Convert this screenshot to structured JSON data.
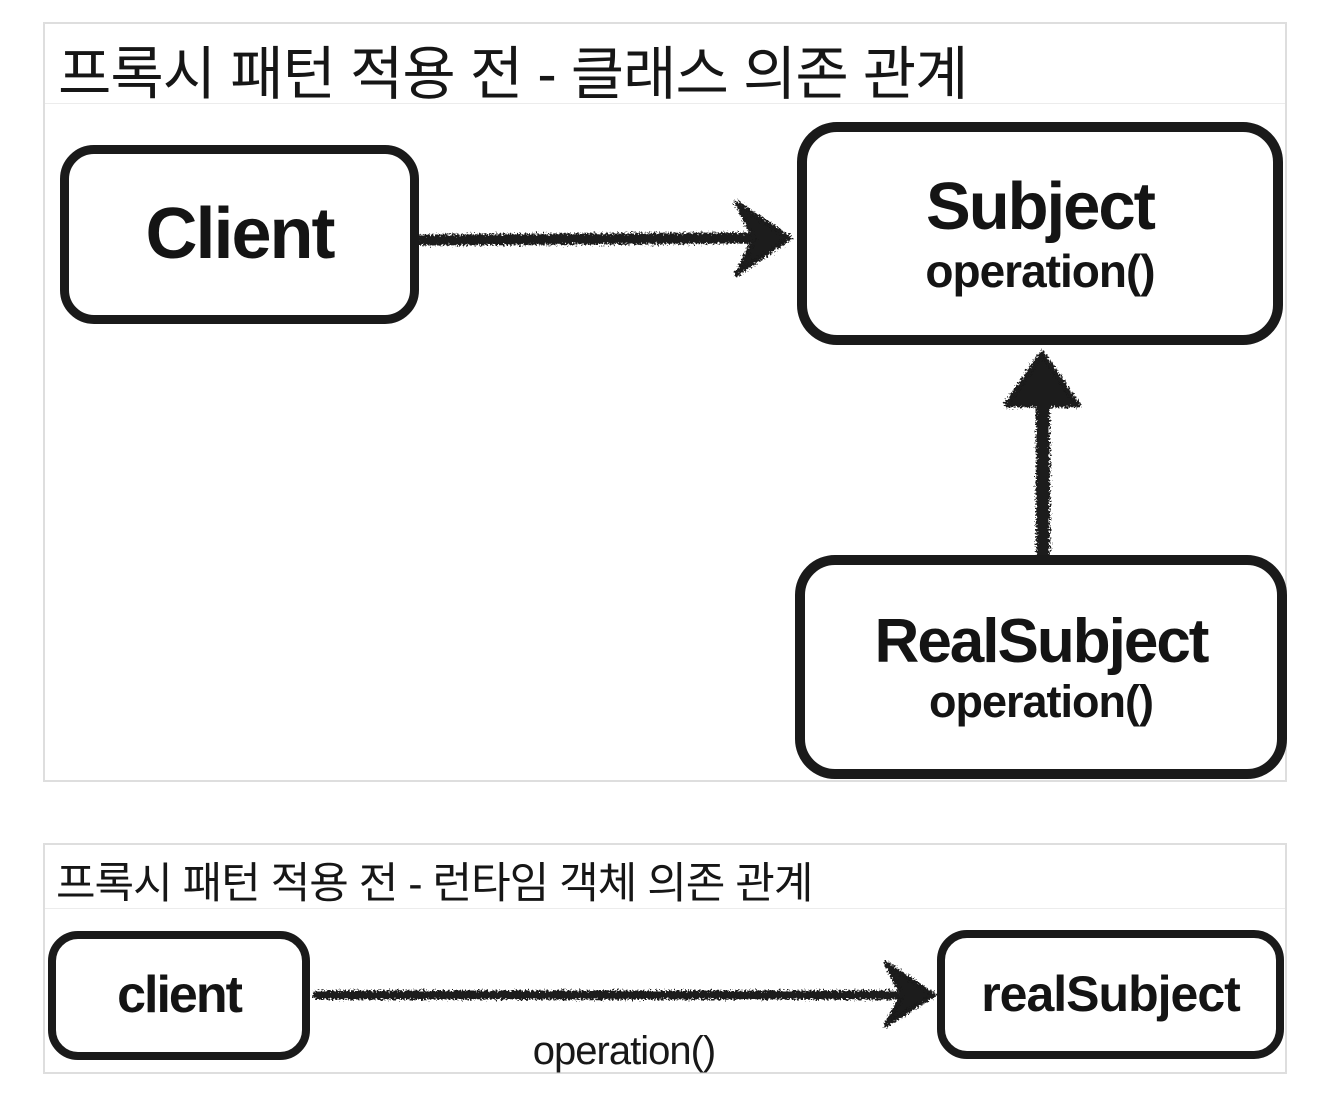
{
  "colors": {
    "background": "#ffffff",
    "ink": "#1a1a1a",
    "panel_border": "#dedede",
    "divider": "#ececec",
    "text": "#1c1c1c"
  },
  "panels": [
    {
      "title": "프록시 패턴 적용 전 - 클래스 의존 관계",
      "nodes": [
        {
          "label": "Client"
        },
        {
          "label": "Subject",
          "method": "operation()"
        },
        {
          "label": "RealSubject",
          "method": "operation()"
        }
      ],
      "edges": [
        {
          "from": "Client",
          "to": "Subject",
          "style": "hand-drawn-arrow-right"
        },
        {
          "from": "RealSubject",
          "to": "Subject",
          "style": "hand-drawn-arrow-up"
        }
      ]
    },
    {
      "title": "프록시 패턴 적용 전 - 런타임 객체 의존 관계",
      "nodes": [
        {
          "label": "client"
        },
        {
          "label": "realSubject"
        }
      ],
      "edges": [
        {
          "from": "client",
          "to": "realSubject",
          "label": "operation()",
          "style": "hand-drawn-arrow-right"
        }
      ]
    }
  ]
}
